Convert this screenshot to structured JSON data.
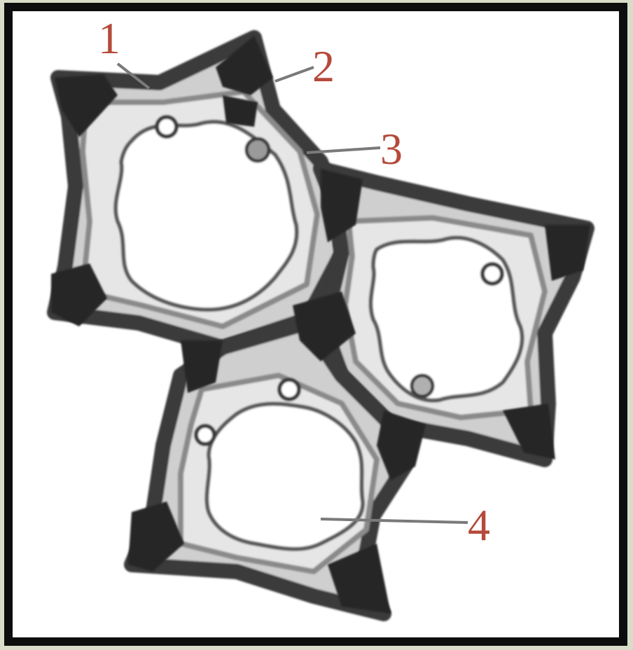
{
  "figure": {
    "labels": [
      {
        "id": "1",
        "text": "1"
      },
      {
        "id": "2",
        "text": "2"
      },
      {
        "id": "3",
        "text": "3"
      },
      {
        "id": "4",
        "text": "4"
      }
    ],
    "colors": {
      "wall": "#4a4a4a",
      "corner": "#262626",
      "inner_layer": "#bdbdbd",
      "label": "#b54a3a",
      "leader": "#7a7a7a",
      "frame": "#0d0d0d"
    }
  }
}
